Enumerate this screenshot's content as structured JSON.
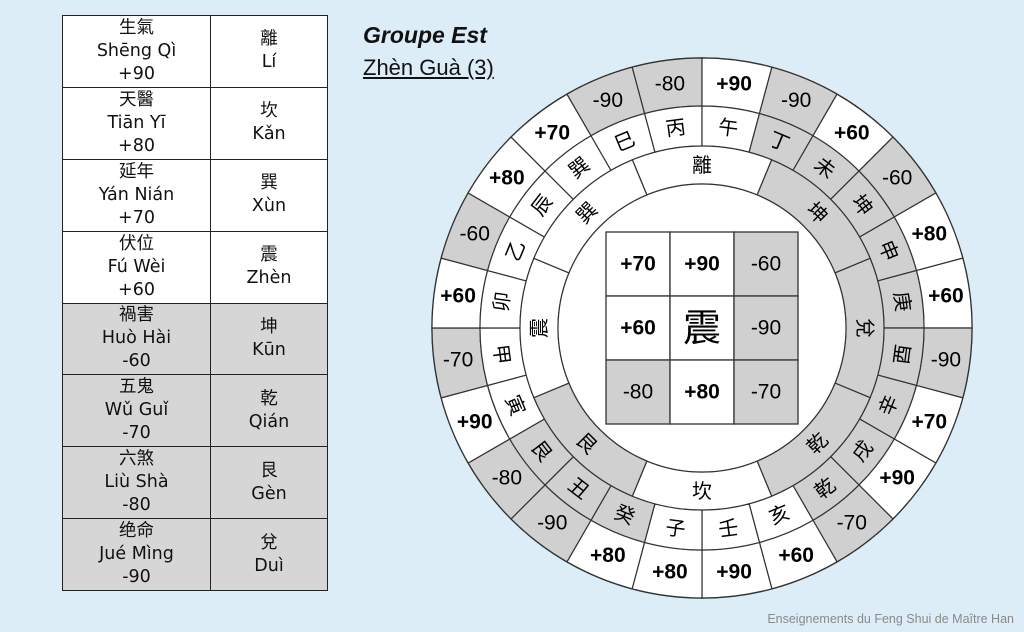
{
  "table": {
    "rows": [
      {
        "star_cn": "生氣",
        "star_py": "Shēng Qì",
        "value": "+90",
        "trigram_cn": "離",
        "trigram_py": "Lí",
        "good": true
      },
      {
        "star_cn": "天醫",
        "star_py": "Tiān Yī",
        "value": "+80",
        "trigram_cn": "坎",
        "trigram_py": "Kǎn",
        "good": true
      },
      {
        "star_cn": "延年",
        "star_py": "Yán Nián",
        "value": "+70",
        "trigram_cn": "巽",
        "trigram_py": "Xùn",
        "good": true
      },
      {
        "star_cn": "伏位",
        "star_py": "Fú Wèi",
        "value": "+60",
        "trigram_cn": "震",
        "trigram_py": "Zhèn",
        "good": true
      },
      {
        "star_cn": "禍害",
        "star_py": "Huò Hài",
        "value": "-60",
        "trigram_cn": "坤",
        "trigram_py": "Kūn",
        "good": false
      },
      {
        "star_cn": "五鬼",
        "star_py": "Wǔ Guǐ",
        "value": "-70",
        "trigram_cn": "乾",
        "trigram_py": "Qián",
        "good": false
      },
      {
        "star_cn": "六煞",
        "star_py": "Liù Shà",
        "value": "-80",
        "trigram_cn": "艮",
        "trigram_py": "Gèn",
        "good": false
      },
      {
        "star_cn": "绝命",
        "star_py": "Jué Mìng",
        "value": "-90",
        "trigram_cn": "兌",
        "trigram_py": "Duì",
        "good": false
      }
    ]
  },
  "header": {
    "title": "Groupe Est",
    "subtitle": "Zhèn Guà (3)"
  },
  "compass": {
    "center_char": "震",
    "grid": [
      [
        "+70",
        "+90",
        "-60"
      ],
      [
        "+60",
        "",
        "-90"
      ],
      [
        "-80",
        "+80",
        "-70"
      ]
    ],
    "trigrams": [
      {
        "char": "離",
        "angle": 0,
        "good": true
      },
      {
        "char": "坤",
        "angle": 45,
        "good": false
      },
      {
        "char": "兌",
        "angle": 90,
        "good": false
      },
      {
        "char": "乾",
        "angle": 135,
        "good": false
      },
      {
        "char": "坎",
        "angle": 180,
        "good": true
      },
      {
        "char": "艮",
        "angle": 225,
        "good": false
      },
      {
        "char": "震",
        "angle": 270,
        "good": true
      },
      {
        "char": "巽",
        "angle": 315,
        "good": true
      }
    ],
    "mountains": [
      "丙",
      "午",
      "丁",
      "未",
      "坤",
      "申",
      "庚",
      "酉",
      "辛",
      "戌",
      "乾",
      "亥",
      "壬",
      "子",
      "癸",
      "丑",
      "艮",
      "寅",
      "甲",
      "卯",
      "乙",
      "辰",
      "巽",
      "巳"
    ],
    "ring_values": [
      "-80",
      "+90",
      "-90",
      "+60",
      "-60",
      "+80",
      "+60",
      "-90",
      "+70",
      "+90",
      "-70",
      "+60",
      "+90",
      "+80",
      "+80",
      "-90",
      "-80",
      "+90",
      "-70",
      "+60",
      "-60",
      "+80",
      "+70",
      "-90"
    ]
  },
  "footer": {
    "credit": "Enseignements du Feng Shui de Maître Han"
  }
}
